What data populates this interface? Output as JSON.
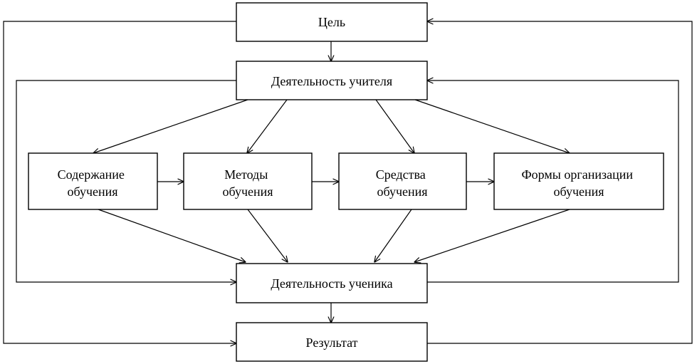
{
  "nodes": {
    "goal": {
      "lines": [
        "Цель"
      ]
    },
    "teacher_activity": {
      "lines": [
        "Деятельность учителя"
      ]
    },
    "content": {
      "lines": [
        "Содержание",
        "обучения"
      ]
    },
    "methods": {
      "lines": [
        "Методы",
        "обучения"
      ]
    },
    "means": {
      "lines": [
        "Средства",
        "обучения"
      ]
    },
    "forms": {
      "lines": [
        "Формы организации",
        "обучения"
      ]
    },
    "student_activity": {
      "lines": [
        "Деятельность ученика"
      ]
    },
    "result": {
      "lines": [
        "Результат"
      ]
    }
  },
  "colors": {
    "stroke": "#000000",
    "fill": "#ffffff",
    "text": "#000000"
  }
}
